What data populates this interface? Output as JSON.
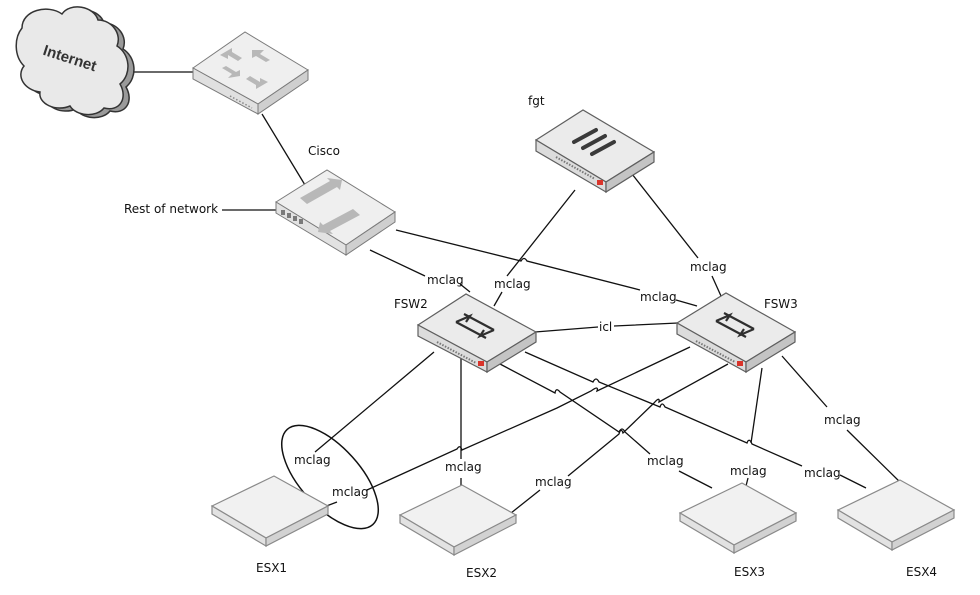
{
  "diagram": {
    "nodes": {
      "internet": {
        "label": "Internet",
        "type": "cloud"
      },
      "router": {
        "label": "",
        "type": "router"
      },
      "cisco": {
        "label": "Cisco",
        "type": "switch"
      },
      "rest": {
        "label": "Rest of network",
        "type": "text"
      },
      "fgt": {
        "label": "fgt",
        "type": "firewall"
      },
      "fsw2": {
        "label": "FSW2",
        "type": "fortiswitch"
      },
      "fsw3": {
        "label": "FSW3",
        "type": "fortiswitch"
      },
      "esx1": {
        "label": "ESX1",
        "type": "server"
      },
      "esx2": {
        "label": "ESX2",
        "type": "server"
      },
      "esx3": {
        "label": "ESX3",
        "type": "server"
      },
      "esx4": {
        "label": "ESX4",
        "type": "server"
      }
    },
    "links": [
      {
        "from": "internet",
        "to": "router",
        "label": ""
      },
      {
        "from": "router",
        "to": "cisco",
        "label": ""
      },
      {
        "from": "rest",
        "to": "cisco",
        "label": ""
      },
      {
        "from": "cisco",
        "to": "fsw2",
        "label": "mclag"
      },
      {
        "from": "cisco",
        "to": "fsw3",
        "label": "mclag"
      },
      {
        "from": "fgt",
        "to": "fsw2",
        "label": "mclag"
      },
      {
        "from": "fgt",
        "to": "fsw3",
        "label": "mclag"
      },
      {
        "from": "fsw2",
        "to": "fsw3",
        "label": "icl"
      },
      {
        "from": "fsw2",
        "to": "esx1",
        "label": "mclag"
      },
      {
        "from": "fsw3",
        "to": "esx1",
        "label": "mclag"
      },
      {
        "from": "fsw2",
        "to": "esx2",
        "label": "mclag"
      },
      {
        "from": "fsw3",
        "to": "esx2",
        "label": "mclag"
      },
      {
        "from": "fsw2",
        "to": "esx3",
        "label": "mclag"
      },
      {
        "from": "fsw3",
        "to": "esx3",
        "label": "mclag"
      },
      {
        "from": "fsw2",
        "to": "esx4",
        "label": "mclag"
      },
      {
        "from": "fsw3",
        "to": "esx4",
        "label": "mclag"
      }
    ],
    "colors": {
      "line": "#111111",
      "device_top": "#ededed",
      "device_side": "#c9c9c9",
      "device_edge": "#6b6b6b",
      "fortinet_red": "#d9342b",
      "cloud_fill": "#e9e9e9",
      "cloud_shadow": "#9a9a9a"
    }
  }
}
